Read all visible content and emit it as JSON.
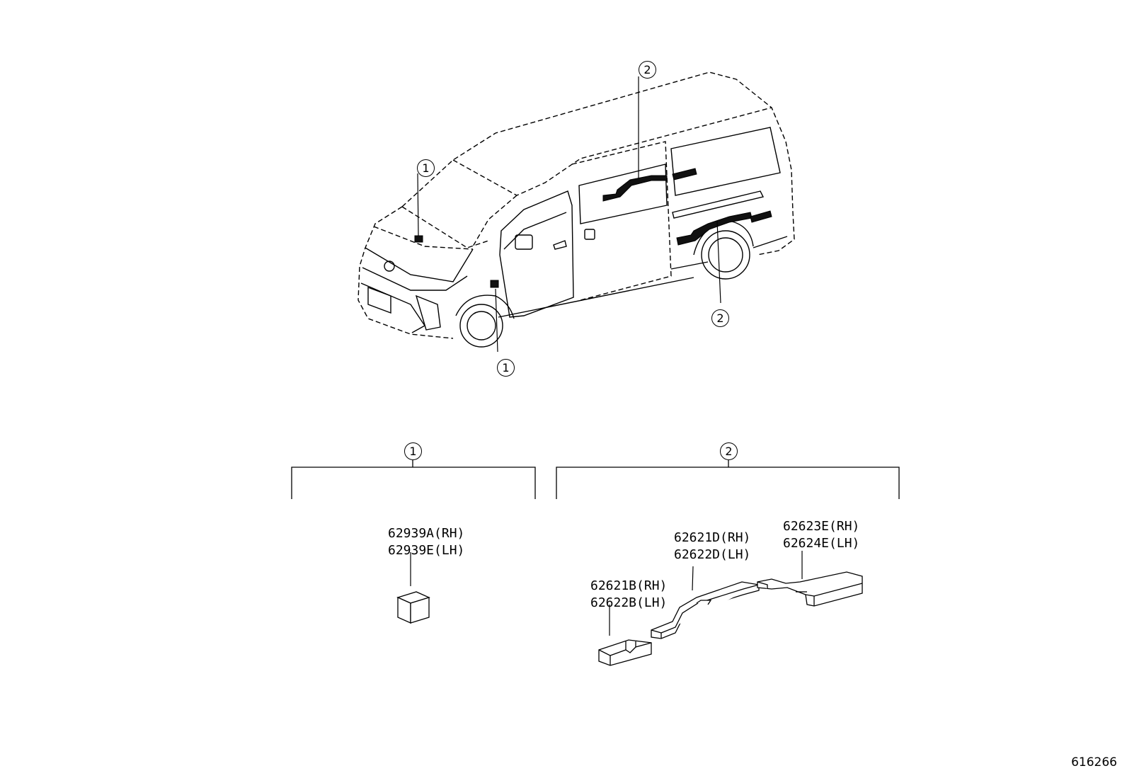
{
  "callouts": {
    "one": "1",
    "two": "2"
  },
  "groups": {
    "group1": {
      "ref": "1",
      "parts": [
        "62939A(RH)",
        "62939E(LH)"
      ]
    },
    "group2": {
      "ref": "2",
      "part_b": [
        "62621B(RH)",
        "62622B(LH)"
      ],
      "part_d": [
        "62621D(RH)",
        "62622D(LH)"
      ],
      "part_e": [
        "62623E(RH)",
        "62624E(LH)"
      ]
    }
  },
  "figure_number": "616266"
}
